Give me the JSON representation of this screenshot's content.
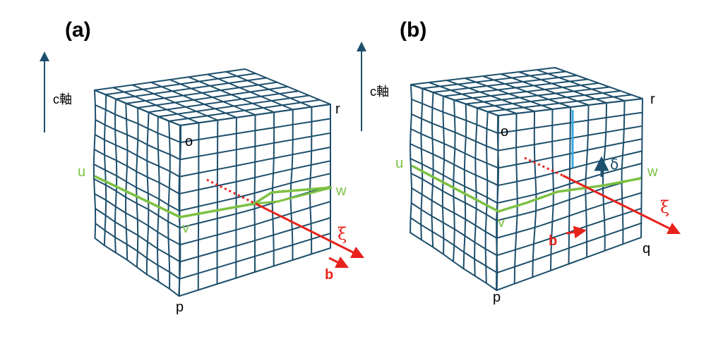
{
  "panels": [
    {
      "label": "(a)",
      "axis_label": "c軸",
      "points": {
        "o": "o",
        "r": "r",
        "p": "p",
        "u": "u",
        "v": "v",
        "w": "w"
      },
      "xi": "ξ",
      "b": "b"
    },
    {
      "label": "(b)",
      "axis_label": "c軸",
      "points": {
        "o": "o",
        "r": "r",
        "p": "p",
        "q": "q",
        "u": "u",
        "v": "v",
        "w": "w"
      },
      "xi": "ξ",
      "b": "b",
      "delta": "δ"
    }
  ],
  "colors": {
    "lattice": "#1d4f6c",
    "slip_line": "#7cc142",
    "dislocation": "#e8221b",
    "displacement": "#39a8df",
    "axis_arrow": "#1d4f6c"
  }
}
